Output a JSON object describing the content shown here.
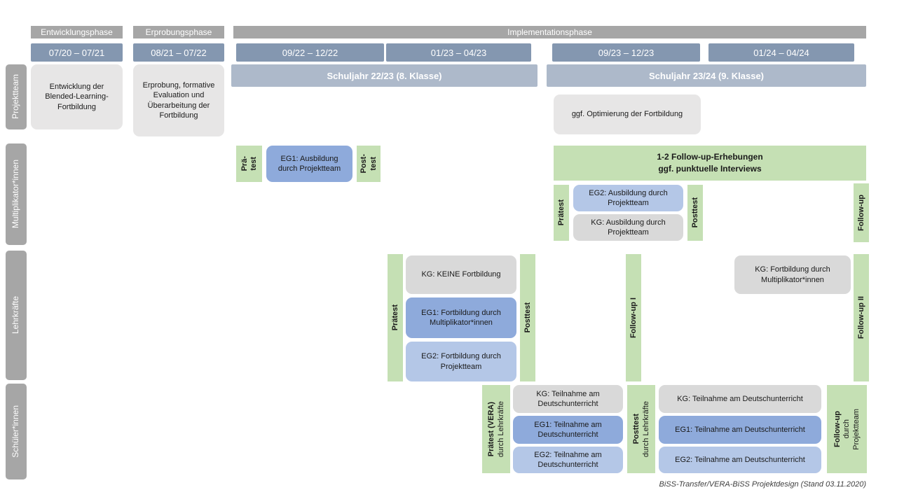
{
  "header": {
    "phases": [
      "Entwicklungsphase",
      "Erprobungsphase",
      "Implementationsphase"
    ],
    "dates": [
      "07/20 – 07/21",
      "08/21 – 07/22",
      "09/22 – 12/22",
      "01/23 – 04/23",
      "09/23 – 12/23",
      "01/24 – 04/24"
    ],
    "schoolyears": [
      "Schuljahr 22/23 (8. Klasse)",
      "Schuljahr 23/24 (9. Klasse)"
    ]
  },
  "row_labels": {
    "projektteam": "Projektteam",
    "multiplikatoren": "Multiplikator*innen",
    "lehrkraefte": "Lehrkräfte",
    "schueler": "Schüler*innen"
  },
  "projektteam": {
    "entwicklung": "Entwicklung der Blended-Learning-Fortbildung",
    "erprobung": "Erprobung, formative Evaluation und Überarbeitung der Fortbildung",
    "optimierung": "ggf. Optimierung der Fortbildung"
  },
  "multiplikatoren": {
    "praetest1_part1": "Prä-",
    "praetest1_part2": "test",
    "eg1": "EG1: Ausbildung durch Projektteam",
    "posttest1_part1": "Post-",
    "posttest1_part2": "test",
    "followup_box_line1": "1-2 Follow-up-Erhebungen",
    "followup_box_line2": "ggf. punktuelle Interviews",
    "praetest2": "Prätest",
    "eg2": "EG2: Ausbildung durch Projektteam",
    "kg": "KG: Ausbildung durch Projektteam",
    "posttest2": "Posttest",
    "followup": "Follow-up"
  },
  "lehrkraefte": {
    "praetest": "Prätest",
    "kg": "KG: KEINE Fortbildung",
    "eg1": "EG1: Fortbildung durch Multiplikator*innen",
    "eg2": "EG2: Fortbildung durch Projektteam",
    "posttest": "Posttest",
    "followup1": "Follow-up I",
    "kg2": "KG: Fortbildung durch Multiplikator*innen",
    "followup2": "Follow-up II"
  },
  "schueler": {
    "praetest_bold": "Prätest (VERA)",
    "praetest_sub": "durch  Lehrkräfte",
    "block1": {
      "kg": "KG: Teilnahme am Deutschunterricht",
      "eg1": "EG1: Teilnahme am Deutschunterricht",
      "eg2": "EG2: Teilnahme am Deutschunterricht"
    },
    "posttest_bold": "Posttest",
    "posttest_sub": "durch  Lehrkräfte",
    "block2": {
      "kg": "KG: Teilnahme am Deutschunterricht",
      "eg1": "EG1: Teilnahme am Deutschunterricht",
      "eg2": "EG2: Teilnahme am Deutschunterricht"
    },
    "followup_bold": "Follow-up",
    "followup_sub1": "durch",
    "followup_sub2": "Projektteam"
  },
  "caption": "BiSS-Transfer/VERA-BiSS Projektdesign (Stand 03.11.2020)",
  "colors": {
    "phase_header": "#a6a6a6",
    "date_bar": "#8497b0",
    "schoolyear_band": "#adb9ca",
    "row_label": "#a6a6a6",
    "box_gray_light": "#e7e6e6",
    "box_gray": "#d9d9d9",
    "box_green": "#c5e0b4",
    "box_blue_eg1": "#8eaadb",
    "box_blue_eg2": "#b4c7e7"
  }
}
